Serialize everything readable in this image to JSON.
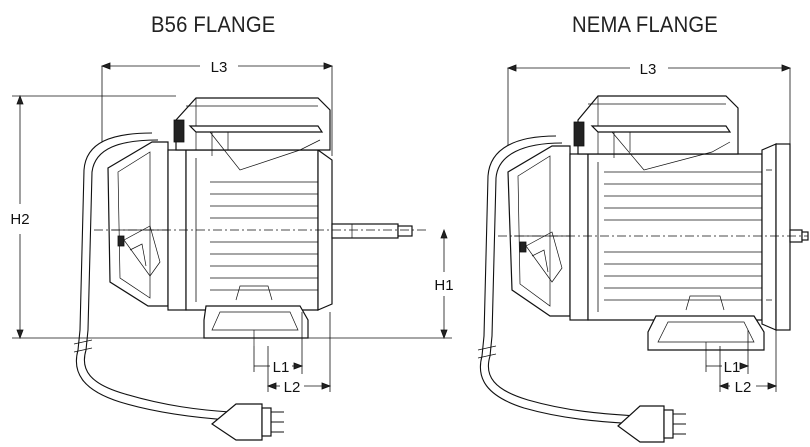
{
  "titles": {
    "b56": "B56 FLANGE",
    "nema": "NEMA FLANGE"
  },
  "dimensions": {
    "b56": {
      "l3": "L3",
      "h2": "H2",
      "h1": "H1",
      "l1": "L1",
      "l2": "L2"
    },
    "nema": {
      "l3": "L3",
      "l1": "L1",
      "l2": "L2"
    }
  }
}
